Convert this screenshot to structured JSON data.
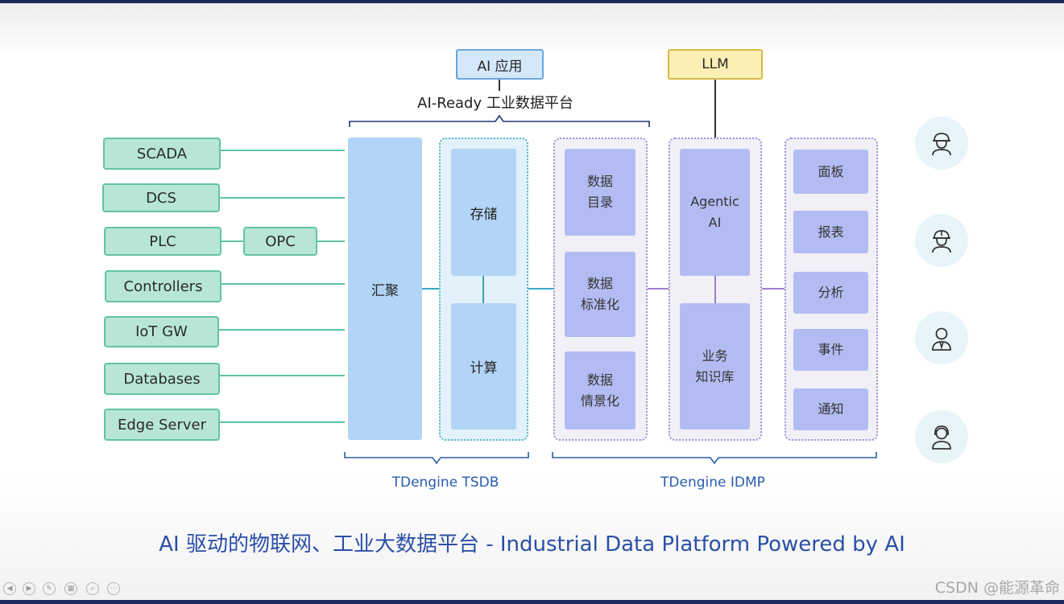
{
  "top_boxes": {
    "ai_app": "AI 应用",
    "llm": "LLM"
  },
  "platform_label": "AI-Ready 工业数据平台",
  "sources": [
    "SCADA",
    "DCS",
    "PLC",
    "Controllers",
    "IoT GW",
    "Databases",
    "Edge Server"
  ],
  "opc": "OPC",
  "tsdb": {
    "aggregate": "汇聚",
    "storage": "存储",
    "compute": "计算",
    "label": "TDengine TSDB"
  },
  "data_col": {
    "catalog": [
      "数据",
      "目录"
    ],
    "standardize": [
      "数据",
      "标准化"
    ],
    "contextualize": [
      "数据",
      "情景化"
    ]
  },
  "ai_col": {
    "agentic": [
      "Agentic",
      "AI"
    ],
    "knowledge": [
      "业务",
      "知识库"
    ]
  },
  "apps": [
    "面板",
    "报表",
    "分析",
    "事件",
    "通知"
  ],
  "idmp_label": "TDengine IDMP",
  "footer_title": "AI 驱动的物联网、工业大数据平台 - Industrial Data Platform Powered by AI",
  "watermark": "CSDN @能源革命",
  "colors": {
    "source_fill": "#b8e6d6",
    "tsdb_fill": "#b2d4f6",
    "idmp_fill": "#b3bcf2",
    "llm_fill": "#fcefb4",
    "title_blue": "#2a4fa8"
  }
}
